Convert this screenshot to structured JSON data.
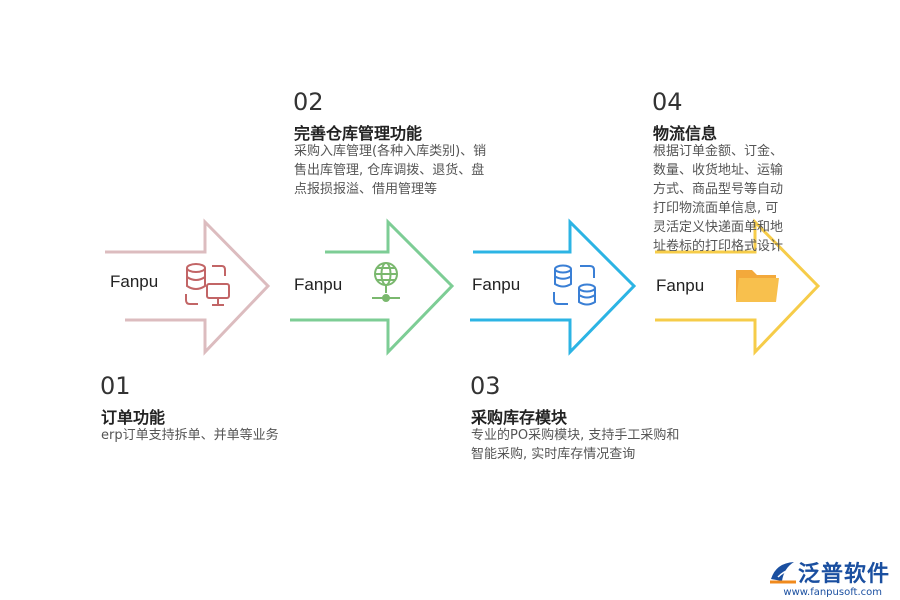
{
  "steps": [
    {
      "number": "01",
      "title": "订单功能",
      "desc": "erp订单支持拆单、并单等业务",
      "label": "Fanpu",
      "color": "#dcbcbf",
      "icon": "database-monitor-icon"
    },
    {
      "number": "02",
      "title": "完善仓库管理功能",
      "desc": "采购入库管理(各种入库类别)、销\n售出库管理, 仓库调拨、退货、盘\n点报损报溢、借用管理等",
      "label": "Fanpu",
      "color": "#7dcd95",
      "icon": "globe-network-icon"
    },
    {
      "number": "03",
      "title": "采购库存模块",
      "desc": "专业的PO采购模块, 支持手工采购和\n智能采购, 实时库存情况查询",
      "label": "Fanpu",
      "color": "#2cb4e4",
      "icon": "database-sync-icon"
    },
    {
      "number": "04",
      "title": "物流信息",
      "desc": "根据订单金额、订金、\n数量、收货地址、运输\n方式、商品型号等自动\n打印物流面单信息, 可\n灵活定义快递面单和地\n址卷标的打印格式设计",
      "label": "Fanpu",
      "color": "#f6cc49",
      "icon": "folder-icon"
    }
  ],
  "brand": {
    "name": "泛普软件",
    "url": "www.fanpusoft.com"
  }
}
